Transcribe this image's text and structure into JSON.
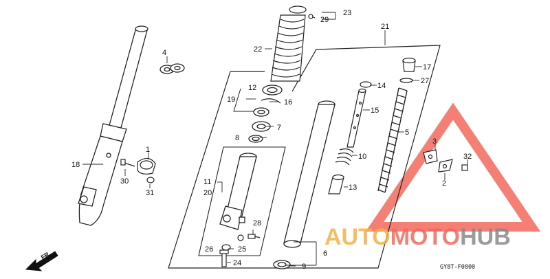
{
  "diagram": {
    "callouts": [
      "1",
      "2",
      "3",
      "4",
      "5",
      "6",
      "7",
      "8",
      "9",
      "10",
      "11",
      "12",
      "13",
      "14",
      "15",
      "16",
      "17",
      "18",
      "19",
      "20",
      "21",
      "22",
      "23",
      "24",
      "25",
      "26",
      "27",
      "28",
      "29",
      "30",
      "31",
      "32"
    ],
    "direction_label": "FR.",
    "drawing_code": "GY8T-F0800"
  },
  "watermark": {
    "part1": "AUTO",
    "part2": "MOTO",
    "part3": "HUB",
    "color_orange": "#f3b24a",
    "color_red": "#f26a5d",
    "color_gray": "#8a8a8a"
  }
}
